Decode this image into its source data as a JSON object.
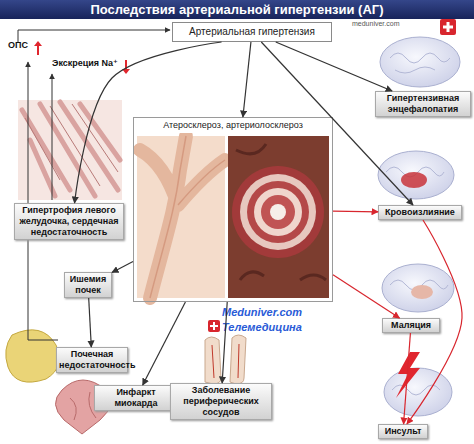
{
  "diagram": {
    "title": "Последствия артериальной гипертензии (АГ)",
    "nodes": [
      {
        "text": [
          "Артериальная гипертензия"
        ]
      },
      {
        "text": [
          "Гипертензивная энцефалопатия"
        ]
      },
      {
        "text": [
          "Атеросклероз, артериолосклероз"
        ]
      },
      {
        "text": [
          "Гипертрофия левого желудочка, сердечная недостаточность"
        ]
      },
      {
        "text": [
          "Кровоизлияние"
        ]
      },
      {
        "text": [
          "Ишемия почек"
        ]
      },
      {
        "text": [
          "Маляция"
        ]
      },
      {
        "text": [
          "Почечная недостаточность"
        ]
      },
      {
        "text": [
          "Инфаркт миокарда"
        ]
      },
      {
        "text": [
          "Заболевание периферических сосудов"
        ]
      },
      {
        "text": [
          "Инсульт"
        ]
      }
    ],
    "edges": [
      {
        "from": 0,
        "to": 2,
        "arrow": "to"
      },
      {
        "from": 0,
        "to": 3,
        "arrow": "to"
      },
      {
        "from": 0,
        "to": 1,
        "arrow": "to"
      },
      {
        "from": 0,
        "to": 4,
        "arrow": "to"
      },
      {
        "from": 2,
        "to": 5,
        "arrow": "to"
      },
      {
        "from": 2,
        "to": 8,
        "arrow": "to"
      },
      {
        "from": 2,
        "to": 9,
        "arrow": "to"
      },
      {
        "from": 2,
        "to": 6,
        "arrow": "to"
      },
      {
        "from": 2,
        "to": 4,
        "arrow": "to"
      },
      {
        "from": 5,
        "to": 7,
        "arrow": "to"
      },
      {
        "from": 4,
        "to": 10,
        "arrow": "to"
      },
      {
        "from": 6,
        "to": 10,
        "arrow": "to"
      }
    ],
    "labels": [
      "meduniver.com",
      "ОПС",
      "Экскреция Na⁺",
      "Meduniver.com",
      "Телемедицина"
    ]
  }
}
